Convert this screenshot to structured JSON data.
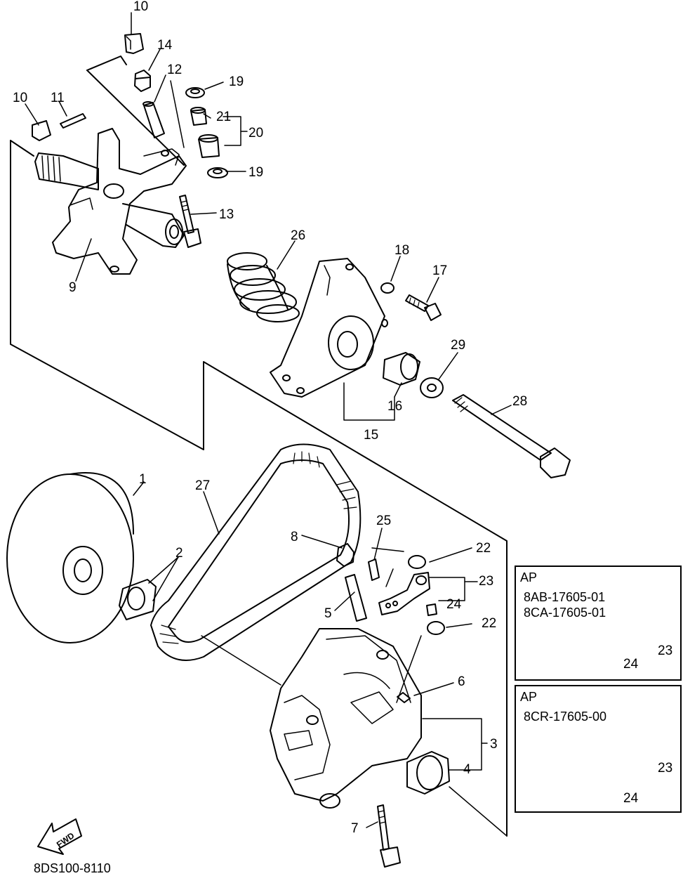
{
  "callouts": {
    "c10a": "10",
    "c14": "14",
    "c12": "12",
    "c19a": "19",
    "c10b": "10",
    "c11": "11",
    "c21": "21",
    "c20": "20",
    "c19b": "19",
    "c13": "13",
    "c9": "9",
    "c26": "26",
    "c18": "18",
    "c17": "17",
    "c29": "29",
    "c16": "16",
    "c15": "15",
    "c28": "28",
    "c1": "1",
    "c27": "27",
    "c2": "2",
    "c25": "25",
    "c8": "8",
    "c22a": "22",
    "c23": "23",
    "c24": "24",
    "c5": "5",
    "c22b": "22",
    "c6": "6",
    "c3": "3",
    "c4": "4",
    "c7": "7"
  },
  "inset_1": {
    "tag": "AP",
    "line1": "8AB-17605-01",
    "line2": "8CA-17605-01",
    "c23": "23",
    "c24": "24"
  },
  "inset_2": {
    "tag": "AP",
    "line1": "8CR-17605-00",
    "c23": "23",
    "c24": "24"
  },
  "fwd_label": "FWD",
  "diagram_code": "8DS100-8110"
}
